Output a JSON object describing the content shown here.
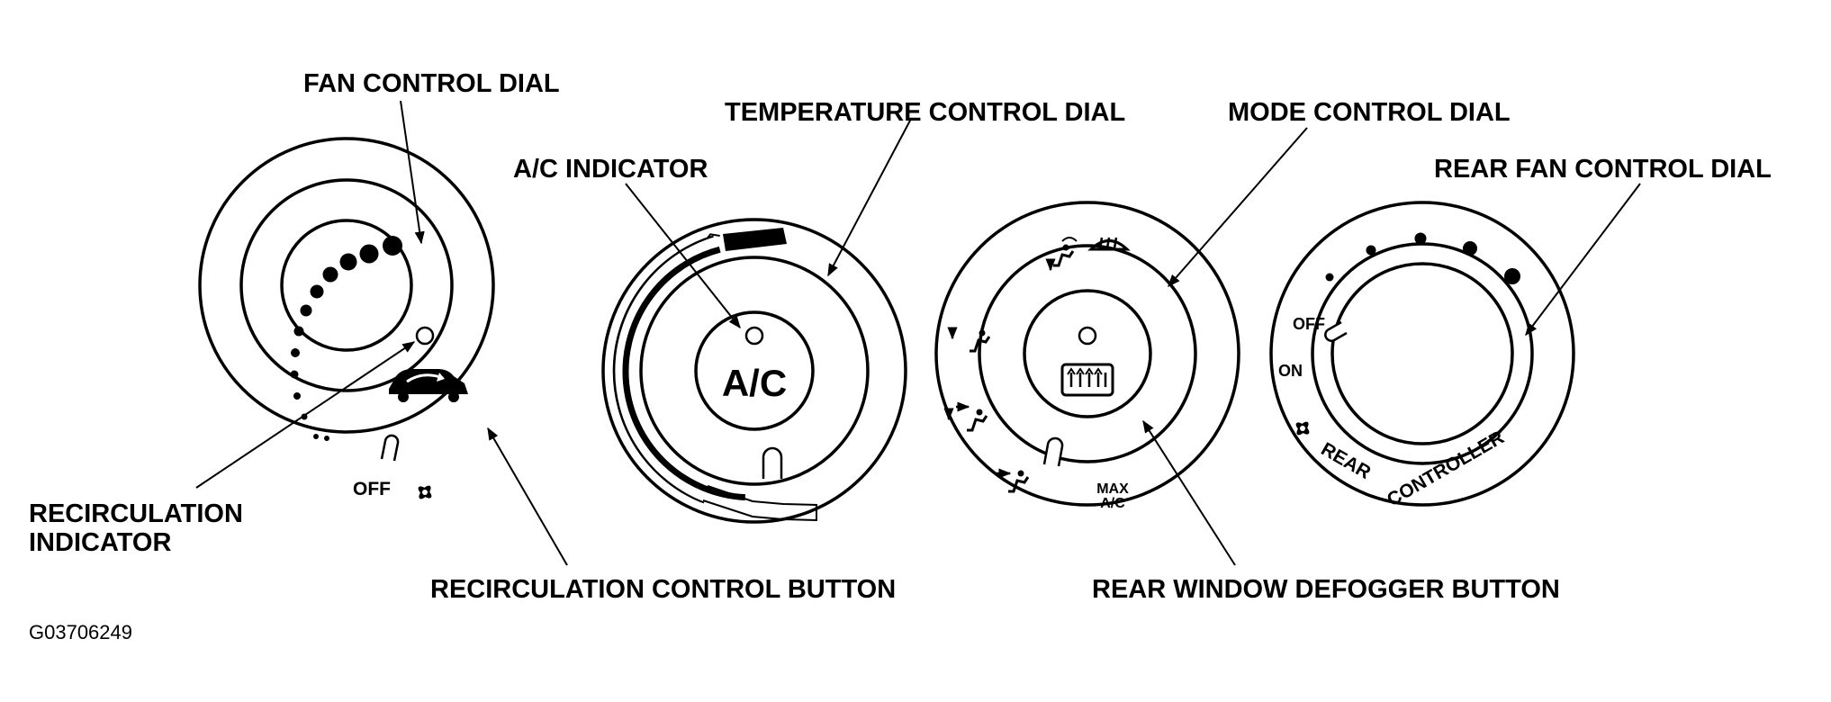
{
  "labels": {
    "fan_control_dial": "FAN CONTROL DIAL",
    "temperature_control_dial": "TEMPERATURE CONTROL DIAL",
    "ac_indicator": "A/C INDICATOR",
    "mode_control_dial": "MODE CONTROL DIAL",
    "rear_fan_control_dial": "REAR FAN CONTROL DIAL",
    "recirculation_indicator_line1": "RECIRCULATION",
    "recirculation_indicator_line2": "INDICATOR",
    "recirculation_control_button": "RECIRCULATION CONTROL BUTTON",
    "rear_window_defogger_button": "REAR WINDOW DEFOGGER BUTTON",
    "figure_id": "G03706249"
  },
  "dials": {
    "fan": {
      "off_label": "OFF",
      "fan_icon": "fan-icon",
      "recirc_icon": "car-recirculation-icon",
      "speed_positions": 11
    },
    "temperature": {
      "button_label": "A/C"
    },
    "mode": {
      "max_ac_line1": "MAX",
      "max_ac_line2": "A/C",
      "defogger_icon": "rear-defogger-icon"
    },
    "rear": {
      "off_label": "OFF",
      "on_label": "ON",
      "rear_text": "REAR",
      "controller_text": "CONTROLLER",
      "speed_positions": 5
    }
  }
}
